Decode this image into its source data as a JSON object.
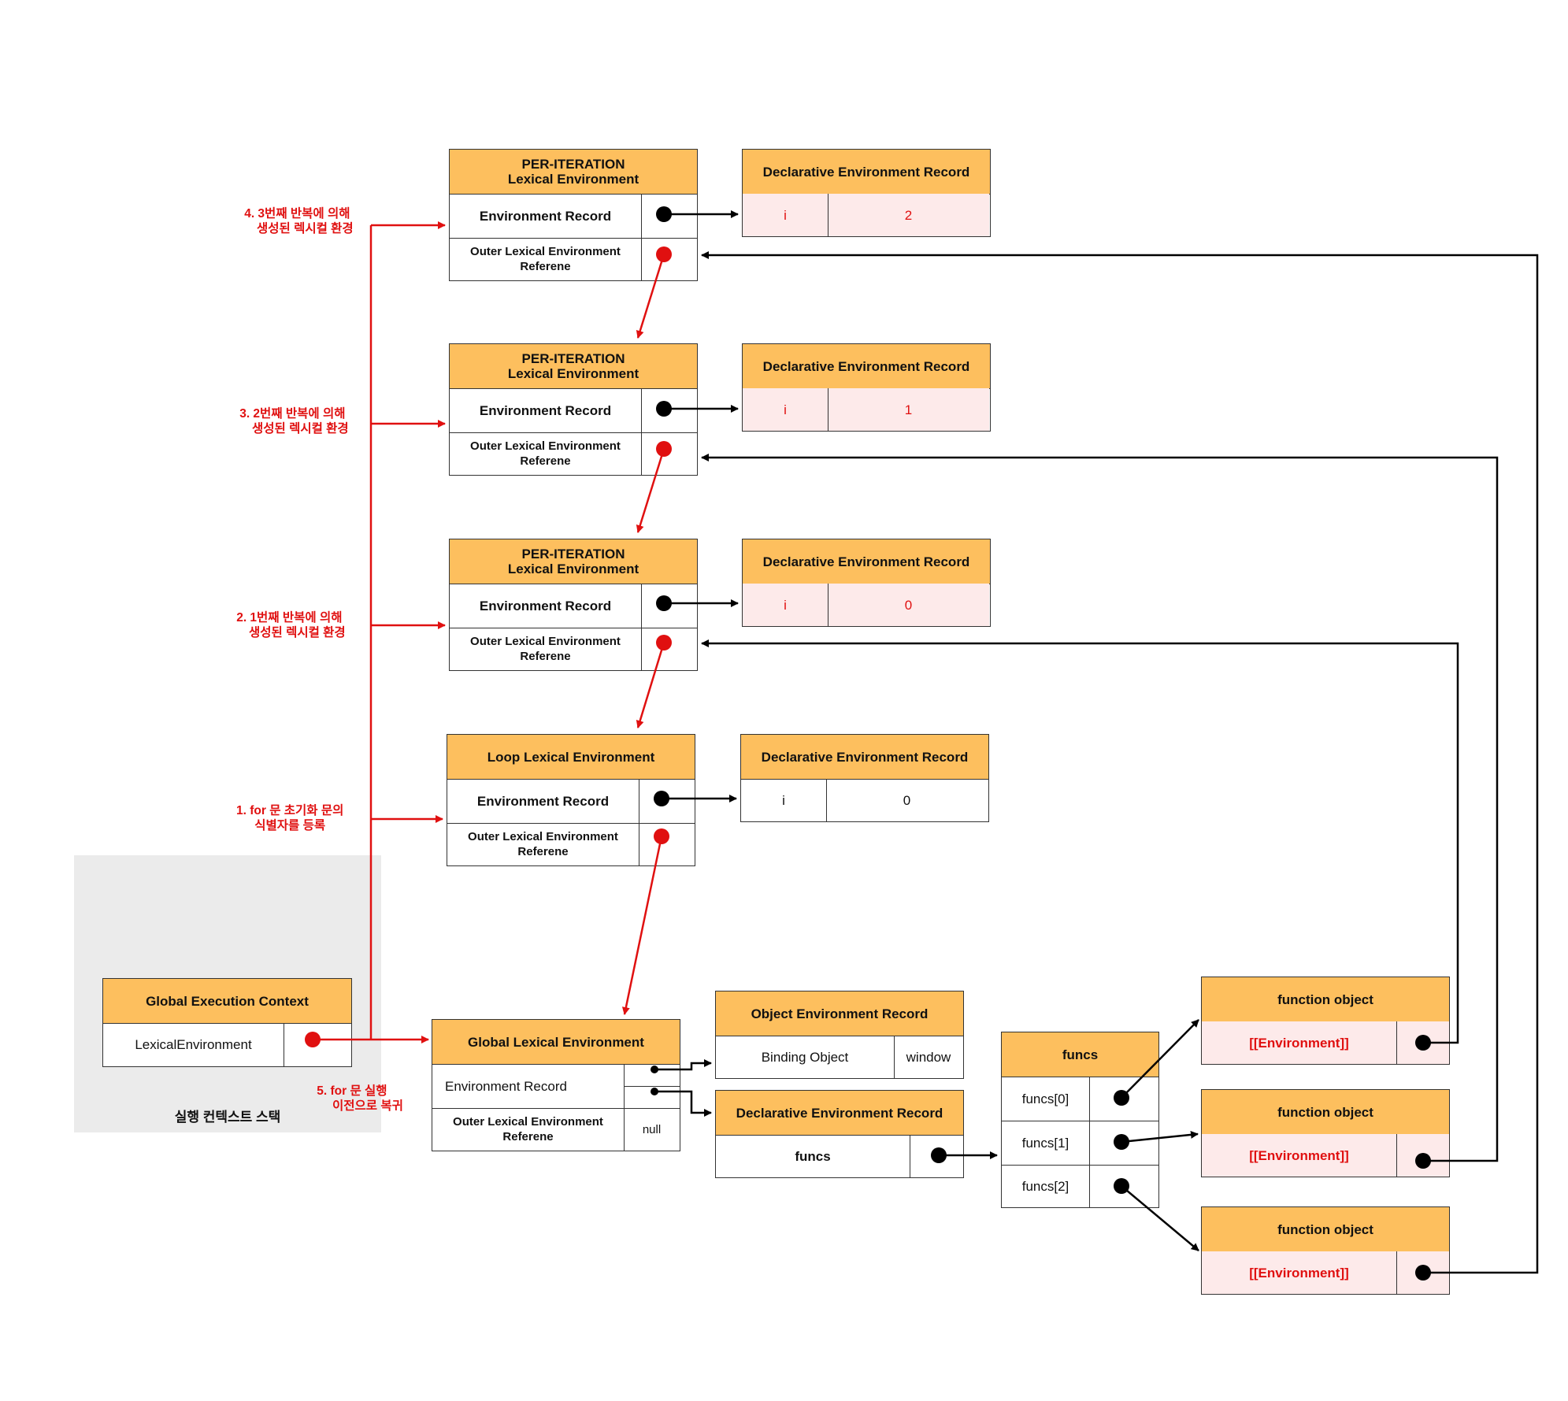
{
  "stack": {
    "caption": "실행 컨텍스트 스택"
  },
  "gec": {
    "title": "Global Execution Context",
    "row_label": "LexicalEnvironment"
  },
  "annotations": {
    "a1": [
      "1. for 문 초기화 문의",
      "식별자를 등록"
    ],
    "a2": [
      "2. 1번째 반복에 의해",
      "생성된 렉시컬 환경"
    ],
    "a3": [
      "3. 2번째 반복에 의해",
      "생성된 렉시컬 환경"
    ],
    "a4": [
      "4. 3번째 반복에 의해",
      "생성된 렉시컬 환경"
    ],
    "a5": [
      "5. for 문 실행",
      "이전으로 복귀"
    ]
  },
  "per_iteration": [
    {
      "title": [
        "PER-ITERATION",
        "Lexical Environment"
      ],
      "env_record": "Environment Record",
      "outer": [
        "Outer Lexical Environment",
        "Referene"
      ],
      "decl_title": "Declarative Environment Record",
      "binding_name": "i",
      "binding_value": "2"
    },
    {
      "title": [
        "PER-ITERATION",
        "Lexical Environment"
      ],
      "env_record": "Environment Record",
      "outer": [
        "Outer Lexical Environment",
        "Referene"
      ],
      "decl_title": "Declarative Environment Record",
      "binding_name": "i",
      "binding_value": "1"
    },
    {
      "title": [
        "PER-ITERATION",
        "Lexical Environment"
      ],
      "env_record": "Environment Record",
      "outer": [
        "Outer Lexical Environment",
        "Referene"
      ],
      "decl_title": "Declarative Environment Record",
      "binding_name": "i",
      "binding_value": "0"
    }
  ],
  "loop_env": {
    "title": "Loop Lexical Environment",
    "env_record": "Environment Record",
    "outer": [
      "Outer Lexical Environment",
      "Referene"
    ],
    "decl_title": "Declarative Environment Record",
    "binding_name": "i",
    "binding_value": "0"
  },
  "global_env": {
    "title": "Global Lexical Environment",
    "env_record": "Environment Record",
    "outer": [
      "Outer Lexical Environment",
      "Referene"
    ],
    "outer_value": "null"
  },
  "object_record": {
    "title": "Object  Environment Record",
    "name": "Binding Object",
    "value": "window"
  },
  "global_decl_record": {
    "title": "Declarative Environment Record",
    "name": "funcs"
  },
  "funcs": {
    "title": "funcs",
    "items": [
      "funcs[0]",
      "funcs[1]",
      "funcs[2]"
    ]
  },
  "function_objects": [
    {
      "title": "function object",
      "slot": "[[Environment]]"
    },
    {
      "title": "function object",
      "slot": "[[Environment]]"
    },
    {
      "title": "function object",
      "slot": "[[Environment]]"
    }
  ],
  "colors": {
    "header": "#fdbf5e",
    "pink": "#fdeaea",
    "red": "#e01010",
    "stack_bg": "#ebebeb"
  }
}
